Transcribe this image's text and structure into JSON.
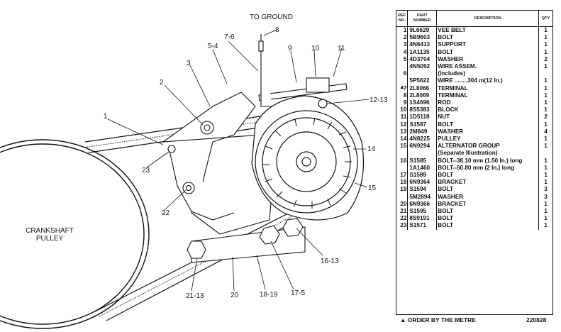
{
  "diagram": {
    "ground_label": "TO GROUND",
    "crankshaft_label_line1": "CRANKSHAFT",
    "crankshaft_label_line2": "PULLEY",
    "callouts": [
      "8",
      "7-6",
      "5-4",
      "3",
      "2",
      "1",
      "23",
      "22",
      "9",
      "10",
      "11",
      "12-13",
      "14",
      "15",
      "16-13",
      "17-5",
      "18-19",
      "20",
      "21-13"
    ]
  },
  "parts_list": {
    "headers": {
      "ref": "REF NO.",
      "part": "PART NUMBER",
      "desc": "DESCRIPTION",
      "qty": "QTY"
    },
    "rows": [
      {
        "ref": "1",
        "part": "9L6629",
        "desc": "VEE BELT",
        "qty": "1"
      },
      {
        "ref": "2",
        "part": "5B9603",
        "desc": "BOLT",
        "qty": "1"
      },
      {
        "ref": "3",
        "part": "4N6413",
        "desc": "SUPPORT",
        "qty": "1"
      },
      {
        "ref": "4",
        "part": "1A1135",
        "desc": "BOLT",
        "qty": "1"
      },
      {
        "ref": "5",
        "part": "4D3704",
        "desc": "WASHER",
        "qty": "2"
      },
      {
        "ref": "",
        "part": "4N5092",
        "desc": "WIRE ASSEM.",
        "qty": "1"
      },
      {
        "ref": "6",
        "part": "",
        "desc": "(Includes)",
        "qty": ""
      },
      {
        "ref": "",
        "part": "5P5622",
        "desc": "WIRE ........304 m(12 In.)",
        "qty": "1"
      },
      {
        "ref": "7",
        "part": "2L8066",
        "desc": "TERMINAL",
        "qty": "1"
      },
      {
        "ref": "8",
        "part": "2L8069",
        "desc": "TERMINAL",
        "qty": "1"
      },
      {
        "ref": "9",
        "part": "1S4696",
        "desc": "ROD",
        "qty": "1"
      },
      {
        "ref": "10",
        "part": "8S5383",
        "desc": "BLOCK",
        "qty": "1"
      },
      {
        "ref": "11",
        "part": "1D5118",
        "desc": "NUT",
        "qty": "2"
      },
      {
        "ref": "12",
        "part": "S1587",
        "desc": "BOLT",
        "qty": "1"
      },
      {
        "ref": "13",
        "part": "2M849",
        "desc": "WASHER",
        "qty": "4"
      },
      {
        "ref": "14",
        "part": "4N8225",
        "desc": "PULLEY",
        "qty": "1"
      },
      {
        "ref": "15",
        "part": "6N9294",
        "desc": "ALTERNATOR GROUP",
        "qty": "1"
      },
      {
        "ref": "",
        "part": "",
        "desc": "(Separate Illustration)",
        "qty": ""
      },
      {
        "ref": "16",
        "part": "S1585",
        "desc": "BOLT--38.10 mm (1.50 In.) long",
        "qty": "1"
      },
      {
        "ref": "",
        "part": "1A1460",
        "desc": "BOLT--50.80 mm (2 In.) long",
        "qty": "1"
      },
      {
        "ref": "17",
        "part": "S1589",
        "desc": "BOLT",
        "qty": "1"
      },
      {
        "ref": "18",
        "part": "6N9364",
        "desc": "BRACKET",
        "qty": "1"
      },
      {
        "ref": "19",
        "part": "S1594",
        "desc": "BOLT",
        "qty": "3"
      },
      {
        "ref": "",
        "part": "5M2894",
        "desc": "WASHER",
        "qty": "3"
      },
      {
        "ref": "20",
        "part": "6N9366",
        "desc": "BRACKET",
        "qty": "1"
      },
      {
        "ref": "21",
        "part": "S1595",
        "desc": "BOLT",
        "qty": "1"
      },
      {
        "ref": "22",
        "part": "8S9191",
        "desc": "BOLT",
        "qty": "1"
      },
      {
        "ref": "23",
        "part": "S1571",
        "desc": "BOLT",
        "qty": "1"
      }
    ]
  },
  "marker": "▲",
  "footer": {
    "left": "▲ ORDER BY THE METRE",
    "right": "220828"
  }
}
